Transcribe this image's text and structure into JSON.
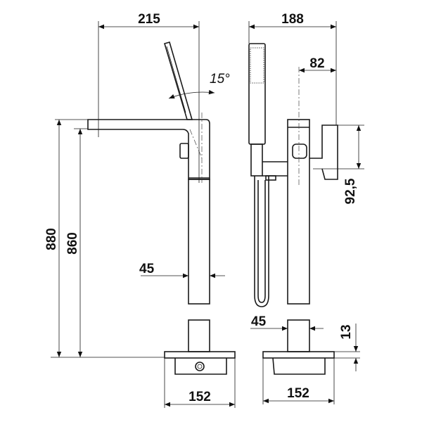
{
  "drawing": {
    "side_view": {
      "width_top": "215",
      "angle": "15°",
      "height_total": "880",
      "height_spout": "860",
      "column_diameter": "45",
      "base_width": "152"
    },
    "front_view": {
      "width_total": "188",
      "lever_offset": "82",
      "lever_height": "92,5",
      "column_diameter": "45",
      "base_thickness": "13",
      "base_width": "152"
    }
  }
}
